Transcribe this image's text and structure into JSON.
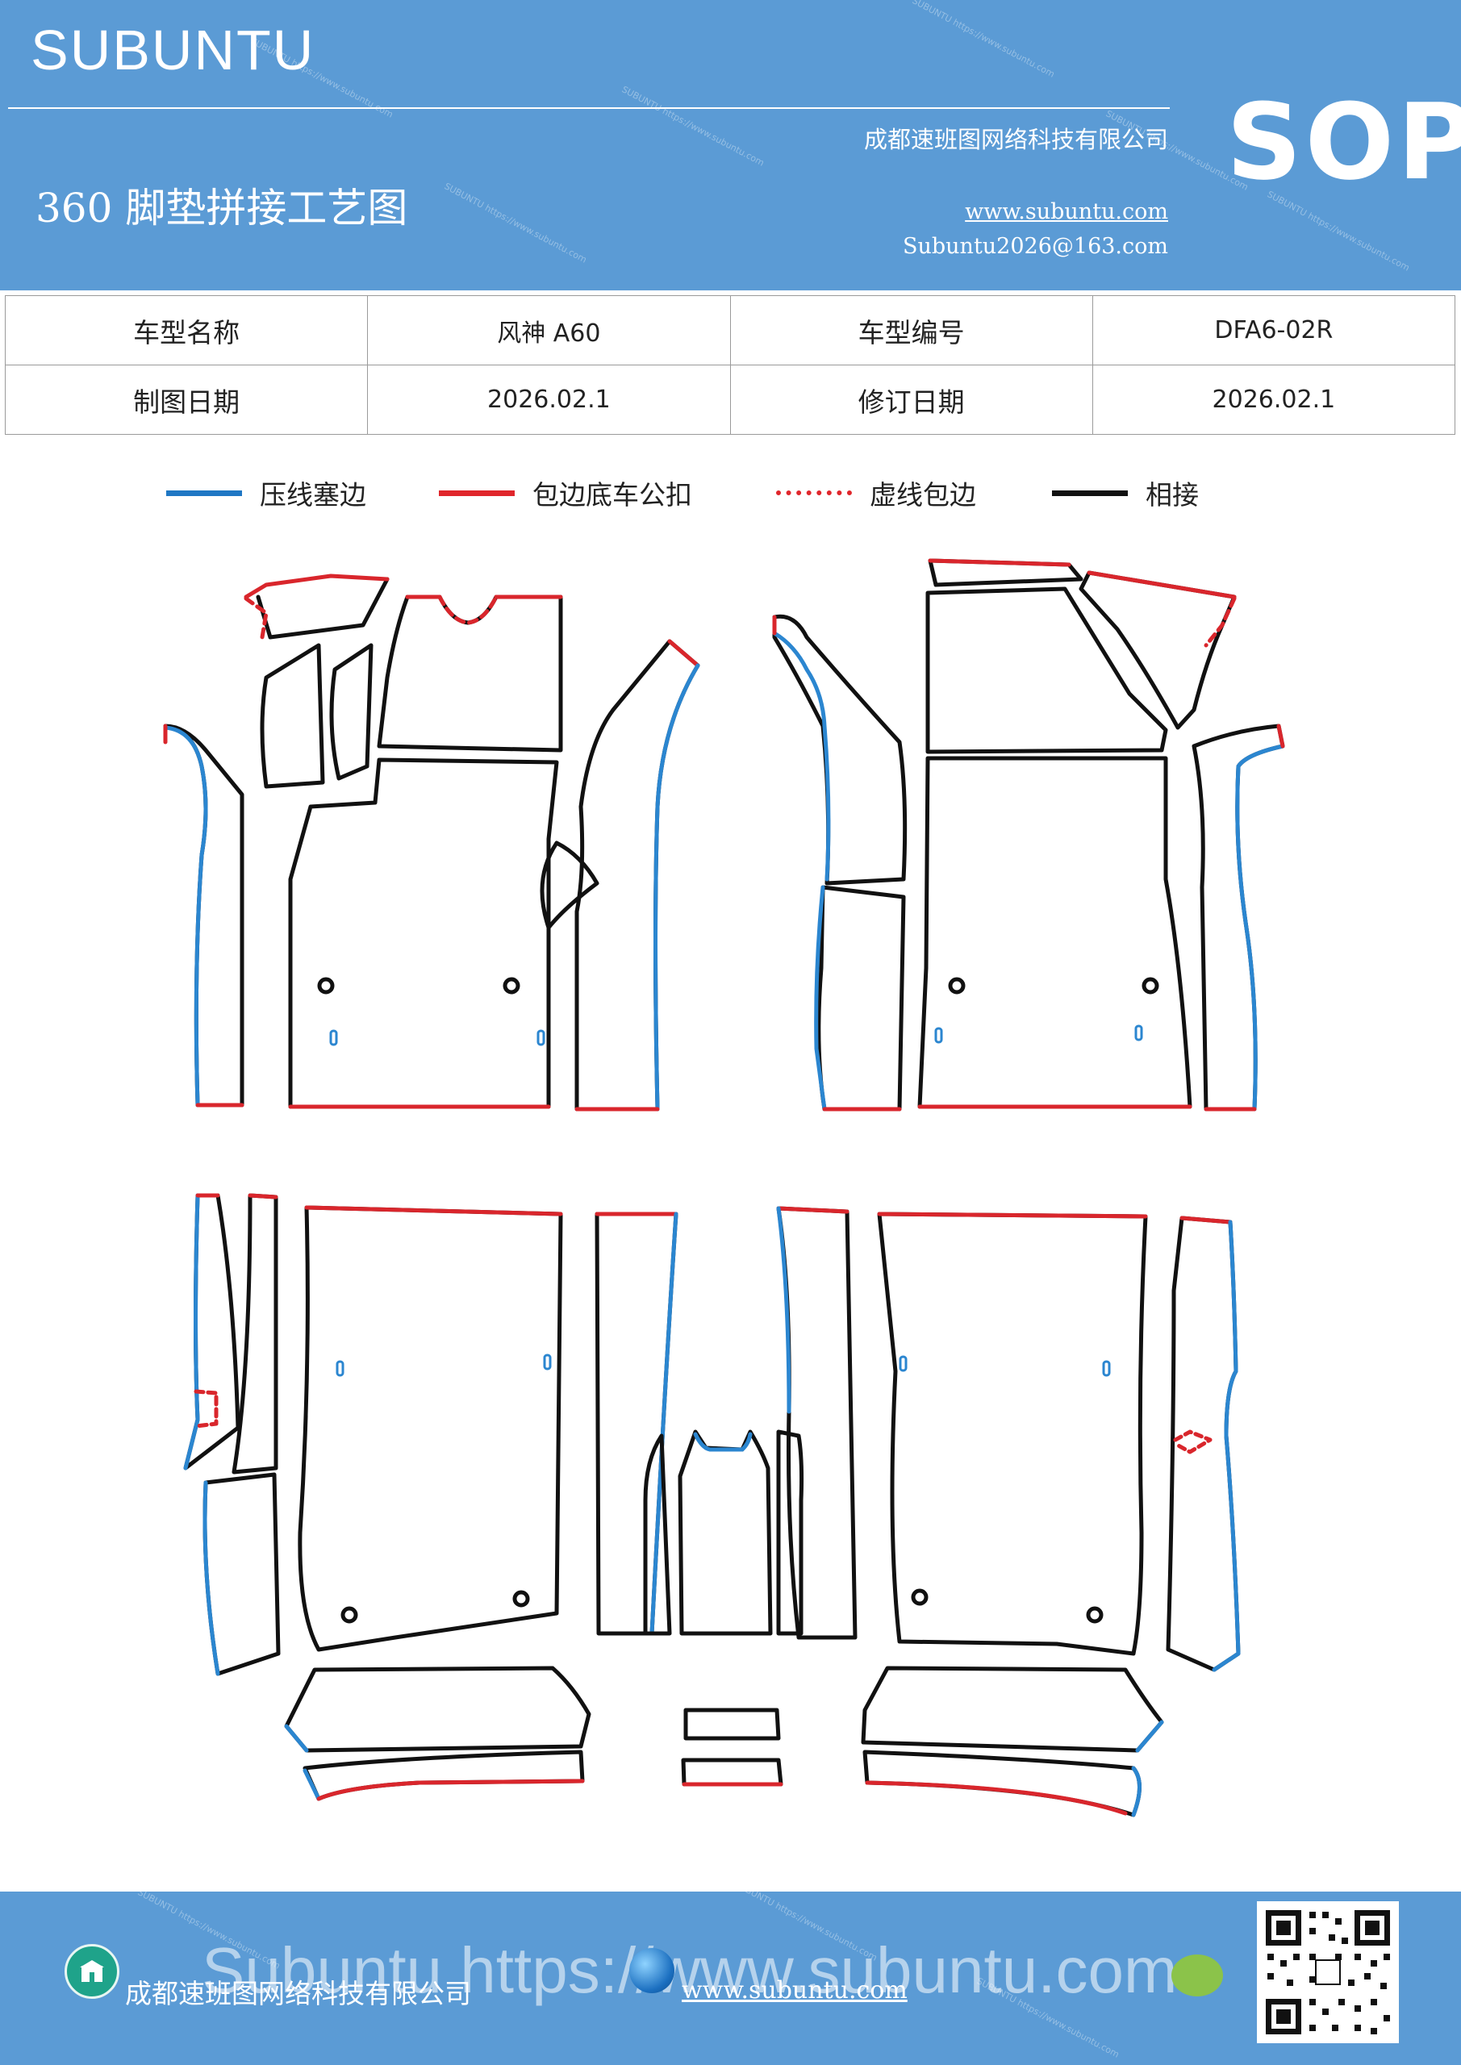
{
  "header": {
    "brand": "SUBUNTU",
    "company": "成都速班图网络科技有限公司",
    "sop": "SOP",
    "title": "360 脚垫拼接工艺图",
    "website": "www.subuntu.com",
    "email": "Subuntu2026@163.com",
    "watermark": "SUBUNTU https://www.subuntu.com"
  },
  "info_table": {
    "rows": [
      {
        "label1": "车型名称",
        "value1": "风神 A60",
        "label2": "车型编号",
        "value2": "DFA6-02R"
      },
      {
        "label1": "制图日期",
        "value1": "2026.02.1",
        "label2": "修订日期",
        "value2": "2026.02.1"
      }
    ]
  },
  "legend": [
    {
      "label": "压线塞边",
      "color": "#1f77c4",
      "style": "solid"
    },
    {
      "label": "包边底车公扣",
      "color": "#e0262b",
      "style": "solid"
    },
    {
      "label": "虚线包边",
      "color": "#e0262b",
      "style": "dashed"
    },
    {
      "label": "相接",
      "color": "#111111",
      "style": "solid"
    }
  ],
  "colors": {
    "header_bg": "#5b9bd5",
    "outline": "#111111",
    "press_edge": "#2b86d0",
    "wrap_edge": "#d9262c"
  },
  "footer": {
    "company": "成都速班图网络科技有限公司",
    "website": "www.subuntu.com",
    "overlay": "Subuntu https://www.subuntu.com",
    "icons": [
      "building-icon",
      "globe-icon",
      "leaf-icon",
      "qr-code"
    ]
  }
}
